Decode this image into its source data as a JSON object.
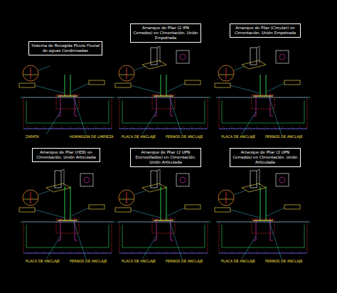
{
  "diagram": {
    "nodes": [
      {
        "text": [
          "Sistema de Recogida Pluvio Fluvial de aguas Condensadas"
        ]
      },
      {
        "text": [
          "Arranque de Pilar (2 IPN Cerrados) en Cimentación. Unión Empotrada"
        ]
      },
      {
        "text": [
          "Arranque de Pilar (Circular) en Cimentación. Unión Empotrada"
        ]
      },
      {
        "text": [
          "Arranque de Pilar (HEB) en Cimentación. Unión Articulada"
        ]
      },
      {
        "text": [
          "Arranque de Pilar (2 UPN Encresillados) en Cimentación. Unión Articulada"
        ]
      },
      {
        "text": [
          "Arranque de Pilar (2 UPN Cerrados) en Cimentación. Unión Articulada"
        ]
      }
    ],
    "labels": [
      "ZAPATA",
      "HORMIGÓN DE LIMPIEZA",
      "PLACA DE ANCLAJE",
      "PERNOS DE ANCLAJE",
      "PLACA DE ANCLAJE",
      "PERNOS DE ANCLAJE",
      "PLACA DE ANCLAJE",
      "PERNOS DE ANCLAJE",
      "PLACA DE ANCLAJE",
      "PERNOS DE ANCLAJE",
      "PLACA DE ANCLAJE",
      "PERNOS DE ANCLAJE"
    ]
  }
}
